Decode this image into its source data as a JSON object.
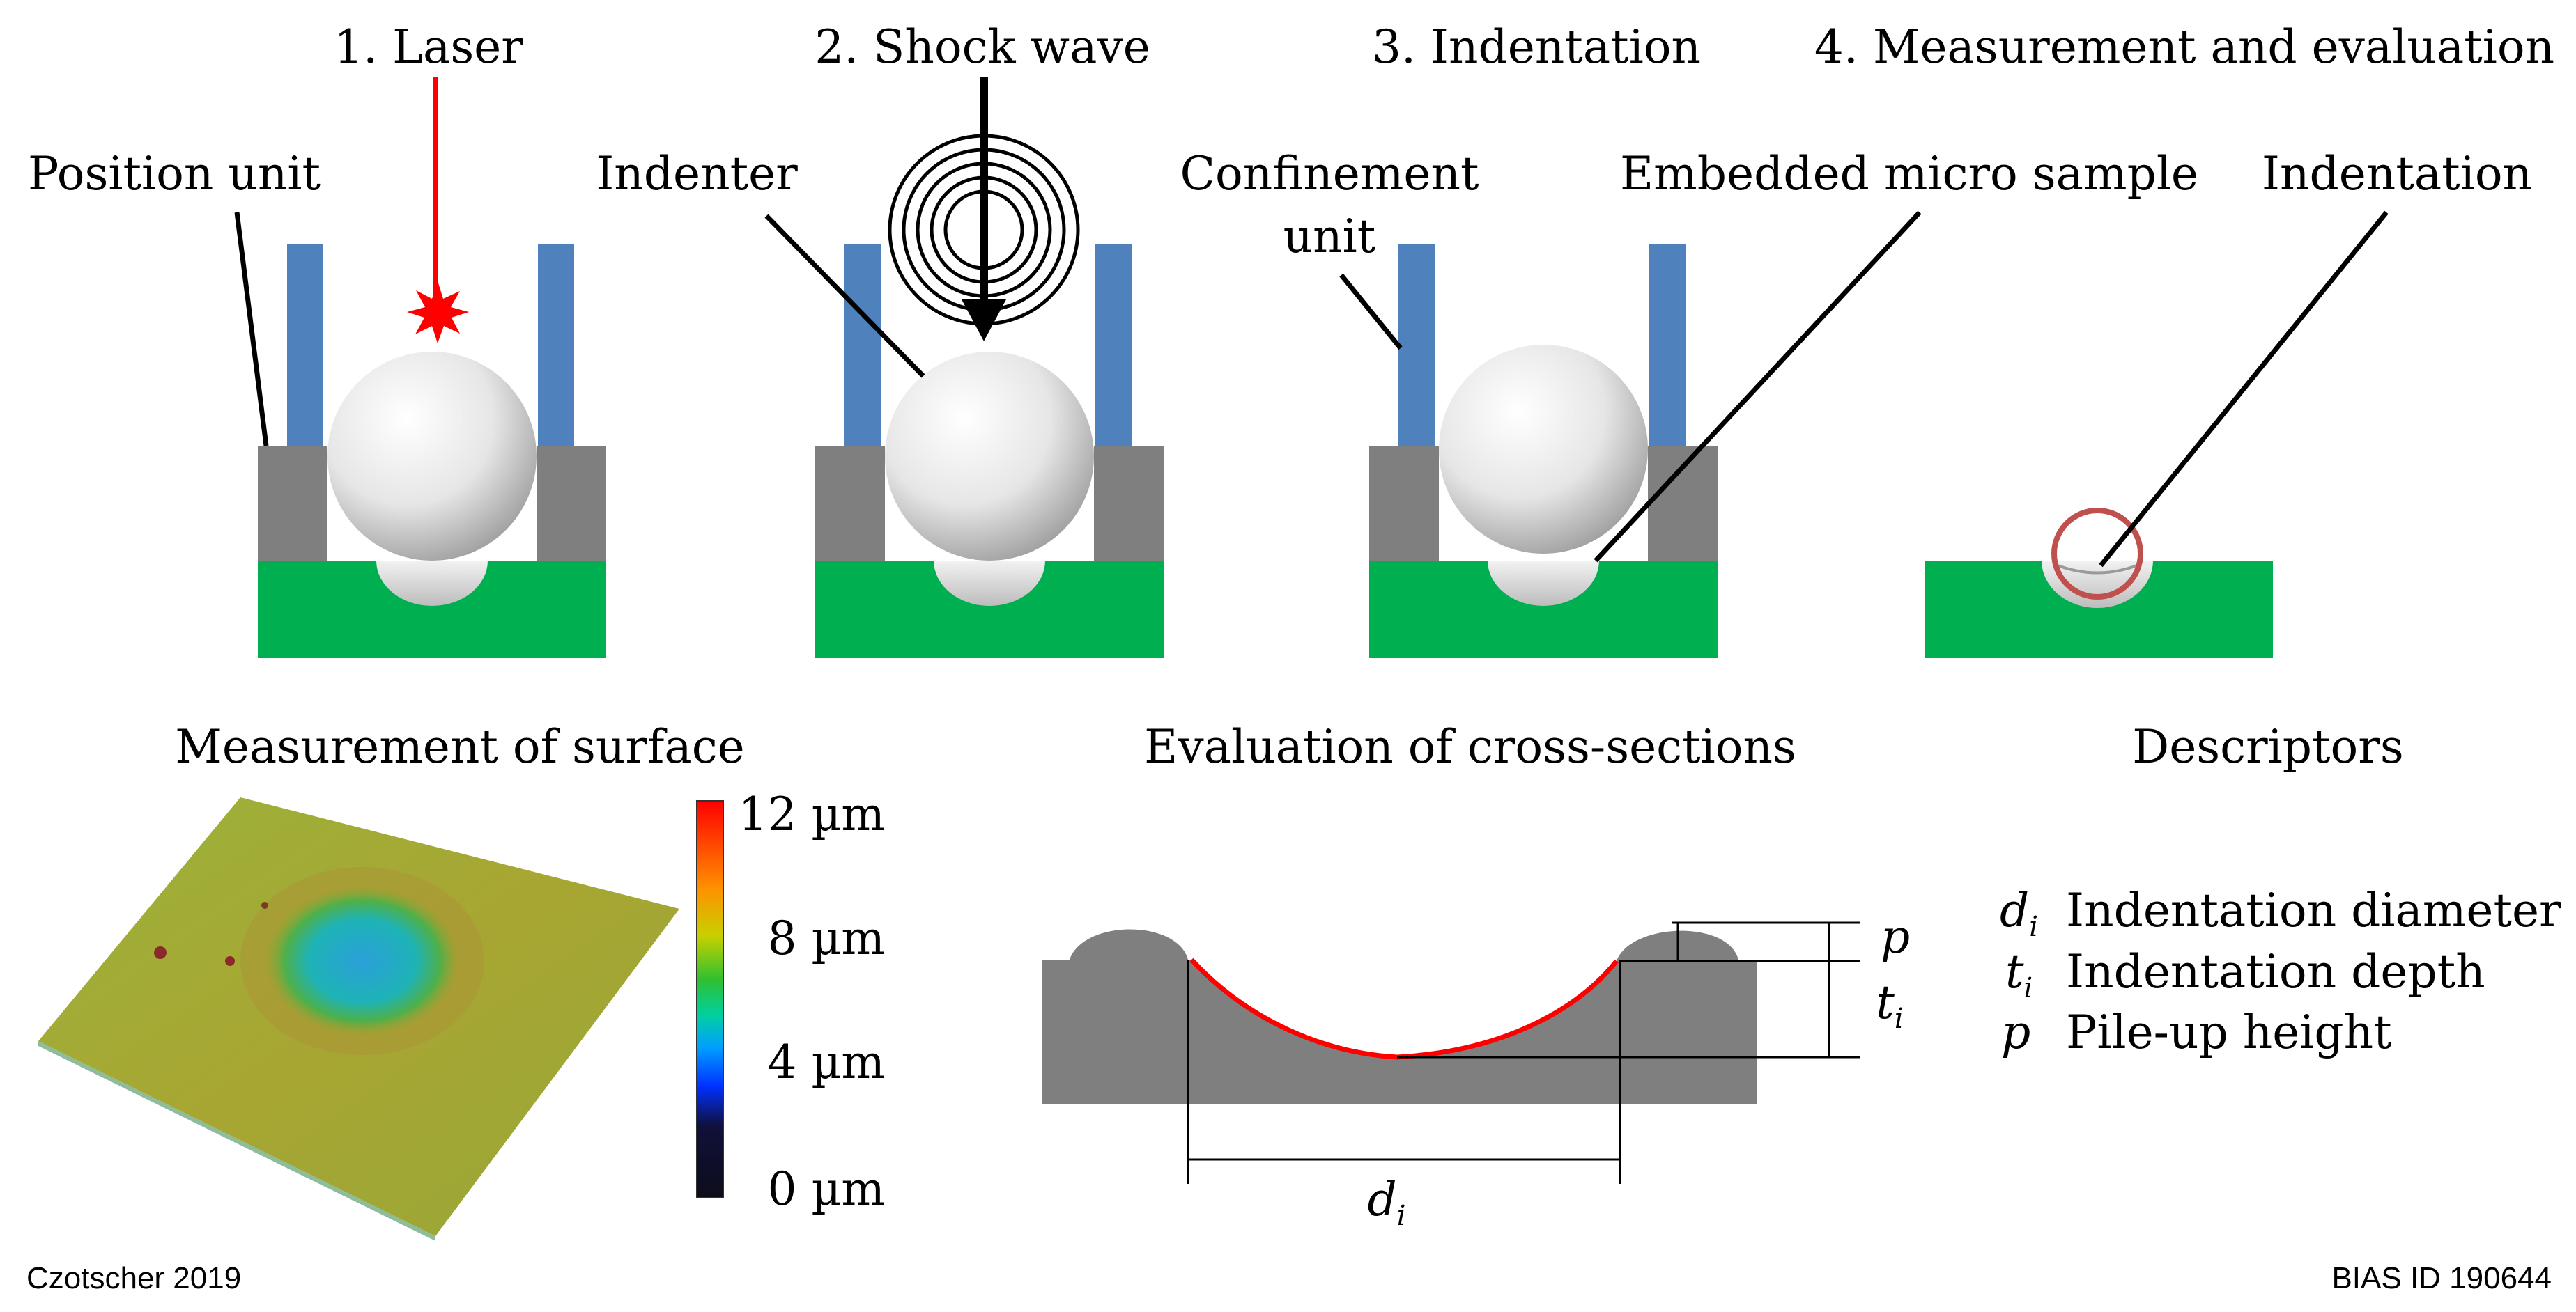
{
  "steps": {
    "s1": "1. Laser",
    "s2": "2. Shock wave",
    "s3": "3. Indentation",
    "s4": "4. Measurement and evaluation"
  },
  "labels": {
    "position_unit": "Position unit",
    "indenter": "Indenter",
    "confinement_1": "Confinement",
    "confinement_2": "unit",
    "embedded": "Embedded micro sample",
    "indentation": "Indentation"
  },
  "sections": {
    "measurement": "Measurement of surface",
    "evaluation": "Evaluation of cross-sections",
    "descriptors": "Descriptors"
  },
  "colorbar": {
    "ticks": [
      "12 µm",
      "8 µm",
      "4 µm",
      "0 µm"
    ]
  },
  "cross_section": {
    "d_sym": "d",
    "t_sym": "t",
    "p_sym": "p",
    "sub": "i"
  },
  "descriptors": [
    {
      "sym": "d",
      "sub": "i",
      "text": "Indentation diameter"
    },
    {
      "sym": "t",
      "sub": "i",
      "text": "Indentation depth"
    },
    {
      "sym": "p",
      "sub": "",
      "text": "Pile-up height"
    }
  ],
  "footer": {
    "left": "Czotscher 2019",
    "right": "BIAS ID 190644"
  },
  "colors": {
    "blue_wall": "#4f81bd",
    "grey_block": "#7f7f7f",
    "green_base": "#00b050",
    "laser_red": "#ff0000",
    "circle_red": "#c0504d",
    "cross_grey": "#7f7f7f"
  }
}
